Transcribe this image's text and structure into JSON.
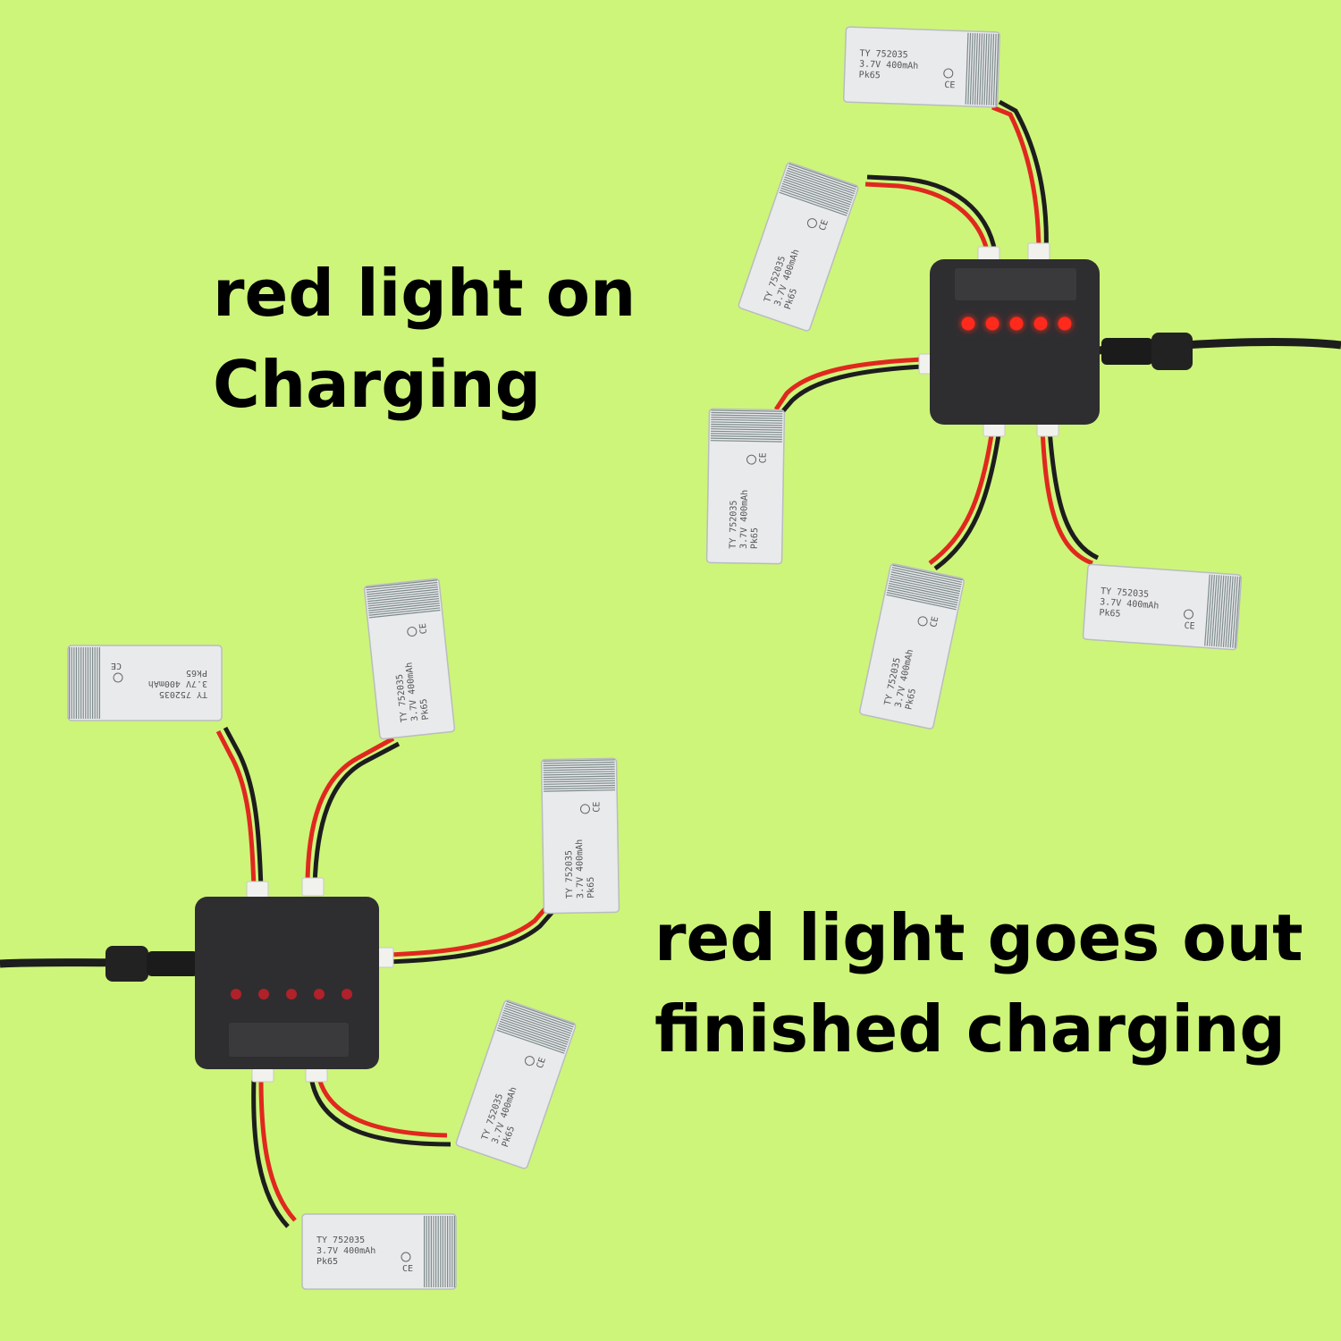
{
  "colors": {
    "background": "#cdf57a",
    "charger_body": "#2e2e31",
    "led_on": "#ff2a1a",
    "led_off": "#b0212a",
    "wire_red": "#e0281e",
    "wire_black": "#1d1d1d",
    "battery_body": "#e9eaec",
    "battery_stripes": "#7d8a8a"
  },
  "captions": {
    "charging": {
      "line1": "red light on",
      "line2": "Charging"
    },
    "finished": {
      "line1": "red light goes out",
      "line2": "finished charging"
    }
  },
  "battery_label": {
    "line1": "TY 752035",
    "line2": "3.7V 400mAh",
    "line3": "Pk65",
    "mark": "CE"
  },
  "chargers": [
    {
      "state": "charging",
      "led_count": 5,
      "leds_lit": 5,
      "battery_count": 5
    },
    {
      "state": "finished",
      "led_count": 5,
      "leds_lit": 0,
      "battery_count": 5
    }
  ]
}
